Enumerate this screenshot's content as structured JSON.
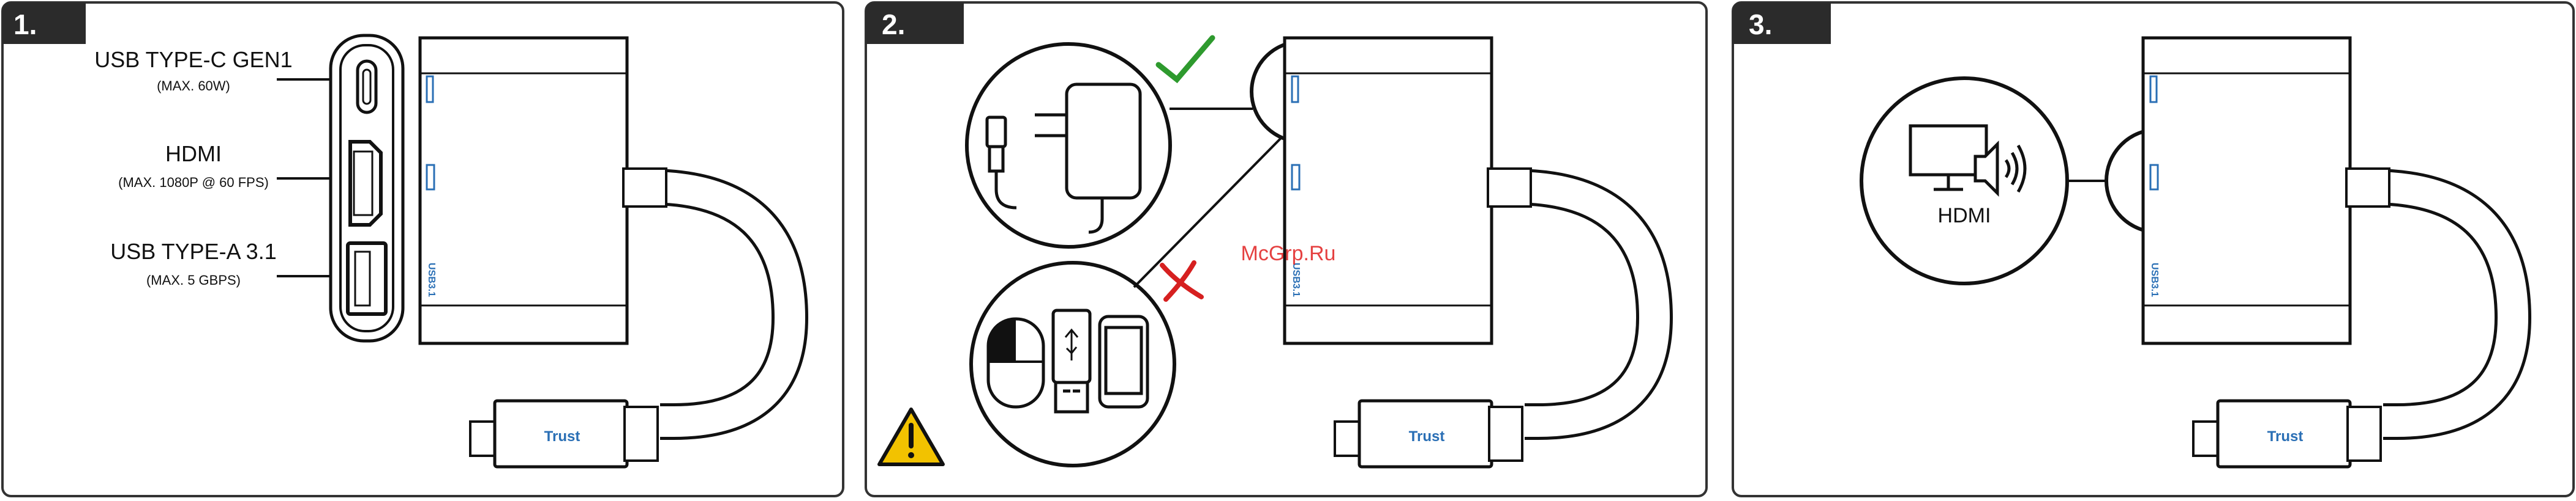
{
  "panels": [
    {
      "number": "1.",
      "labels": {
        "usbc_title": "USB TYPE-C GEN1",
        "usbc_sub": "(MAX. 60W)",
        "hdmi_title": "HDMI",
        "hdmi_sub": "(MAX. 1080P @ 60 FPS)",
        "usba_title": "USB TYPE-A 3.1",
        "usba_sub": "(MAX. 5 GBPS)"
      },
      "device_port_label": "USB3.1",
      "brand": "Trust"
    },
    {
      "number": "2.",
      "device_port_label": "USB3.1",
      "brand": "Trust",
      "watermark": "McGrp.Ru"
    },
    {
      "number": "3.",
      "hdmi_label": "HDMI",
      "device_port_label": "USB3.1",
      "brand": "Trust"
    }
  ],
  "colors": {
    "outline": "#1a1a1a",
    "panel_border": "#333333",
    "number_bg": "#2b2b2b",
    "port_blue": "#2a6fb5",
    "check_green": "#2e9a2e",
    "cross_red": "#d62020",
    "warning_yellow": "#f2c200",
    "watermark_red": "#e02020"
  },
  "icons": [
    "power-adapter-icon",
    "checkmark-icon",
    "cross-icon",
    "mouse-icon",
    "usb-stick-icon",
    "smartphone-icon",
    "warning-icon",
    "monitor-speaker-icon"
  ]
}
